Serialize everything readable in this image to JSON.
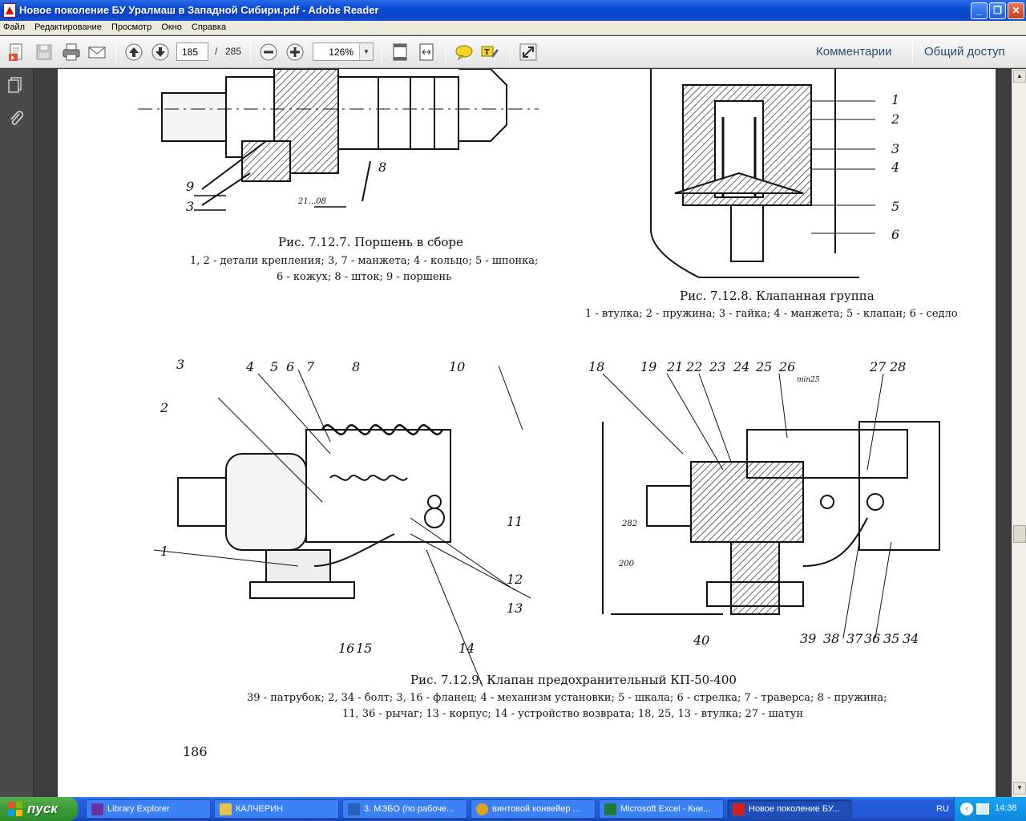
{
  "window": {
    "title": "Новое поколение БУ Уралмаш в Западной Сибири.pdf - Adobe Reader",
    "minimize": "_",
    "maximize": "❐",
    "close": "✕"
  },
  "menu": [
    "Файл",
    "Редактирование",
    "Просмотр",
    "Окно",
    "Справка"
  ],
  "toolbar": {
    "page_current": "185",
    "page_separator": "/",
    "page_total": "285",
    "zoom": "126%",
    "comments_label": "Комментарии",
    "share_label": "Общий доступ"
  },
  "document": {
    "fig7": {
      "caption": "Рис. 7.12.7. Поршень в сборе",
      "legend1": "1, 2 - детали крепления; 3, 7 - манжета; 4 - кольцо; 5 - шпонка;",
      "legend2": "6 - кожух; 8 - шток; 9 - поршень",
      "labels": [
        "9",
        "3",
        "8",
        "21...08"
      ]
    },
    "fig8": {
      "caption": "Рис. 7.12.8. Клапанная группа",
      "legend": "1 - втулка; 2 - пружина; 3 - гайка; 4 - манжета; 5 - клапан; 6 - седло",
      "labels": [
        "1",
        "2",
        "3",
        "4",
        "5",
        "6"
      ]
    },
    "fig9": {
      "caption": "Рис. 7.12.9. Клапан предохранительный КП-50-400",
      "legend1": "39 - патрубок; 2, 34 - болт; 3, 16 - фланец; 4 - механизм установки; 5 - шкала; 6 - стрелка; 7 - траверса; 8 - пружина;",
      "legend2": "11, 36 - рычаг; 13 - корпус; 14 - устройство возврата; 18, 25, 13 - втулка; 27 - шатун",
      "labels_left": [
        "3",
        "2",
        "4",
        "5",
        "6",
        "7",
        "8",
        "10",
        "11",
        "12",
        "13",
        "1",
        "16",
        "15",
        "14"
      ],
      "labels_right": [
        "18",
        "19",
        "21",
        "22",
        "23",
        "24",
        "25",
        "26",
        "27",
        "28",
        "min25",
        "282",
        "200",
        "40",
        "39",
        "38",
        "37",
        "36",
        "35",
        "34"
      ]
    },
    "page_number": "186"
  },
  "taskbar": {
    "start": "пуск",
    "tasks": [
      {
        "label": "Library Explorer",
        "color": "#6a2fa0"
      },
      {
        "label": "КАЛЧЕРИН",
        "color": "#e8c14a"
      },
      {
        "label": "3. МЭБО (по рабоче...",
        "color": "#2b5fbe"
      },
      {
        "label": "винтовой конвейер ...",
        "color": "#e0a020"
      },
      {
        "label": "Microsoft Excel - Кни...",
        "color": "#1f7a3a"
      },
      {
        "label": "Новое поколение БУ...",
        "color": "#d62020"
      }
    ],
    "lang": "RU",
    "clock": "14:38"
  }
}
